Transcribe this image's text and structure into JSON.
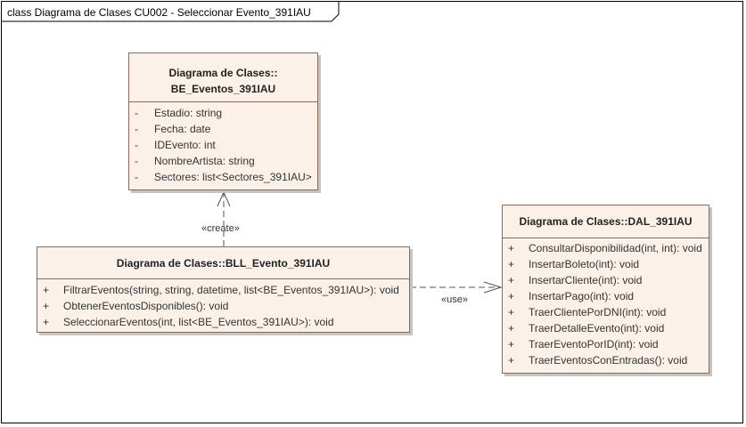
{
  "frame": {
    "title": "class Diagrama de Clases CU002 - Seleccionar Evento_391IAU"
  },
  "be_eventos": {
    "title_line1": "Diagrama de Clases::",
    "title_line2": "BE_Eventos_391IAU",
    "attributes": [
      {
        "vis": "-",
        "text": "Estadio: string"
      },
      {
        "vis": "-",
        "text": "Fecha: date"
      },
      {
        "vis": "-",
        "text": "IDEvento: int"
      },
      {
        "vis": "-",
        "text": "NombreArtista: string"
      },
      {
        "vis": "-",
        "text": "Sectores: list<Sectores_391IAU>"
      }
    ]
  },
  "bll_evento": {
    "title": "Diagrama de Clases::BLL_Evento_391IAU",
    "operations": [
      {
        "vis": "+",
        "text": "FiltrarEventos(string, string, datetime, list<BE_Eventos_391IAU>): void"
      },
      {
        "vis": "+",
        "text": "ObtenerEventosDisponibles(): void"
      },
      {
        "vis": "+",
        "text": "SeleccionarEventos(int, list<BE_Eventos_391IAU>): void"
      }
    ]
  },
  "dal": {
    "title": "Diagrama de Clases::DAL_391IAU",
    "operations": [
      {
        "vis": "+",
        "text": "ConsultarDisponibilidad(int, int): void"
      },
      {
        "vis": "+",
        "text": "InsertarBoleto(int): void"
      },
      {
        "vis": "+",
        "text": "InsertarCliente(int): void"
      },
      {
        "vis": "+",
        "text": "InsertarPago(int): void"
      },
      {
        "vis": "+",
        "text": "TraerClientePorDNI(int): void"
      },
      {
        "vis": "+",
        "text": "TraerDetalleEvento(int): void"
      },
      {
        "vis": "+",
        "text": "TraerEventoPorID(int): void"
      },
      {
        "vis": "+",
        "text": "TraerEventosConEntradas(): void"
      }
    ]
  },
  "relations": {
    "create_label": "«create»",
    "use_label": "«use»"
  }
}
